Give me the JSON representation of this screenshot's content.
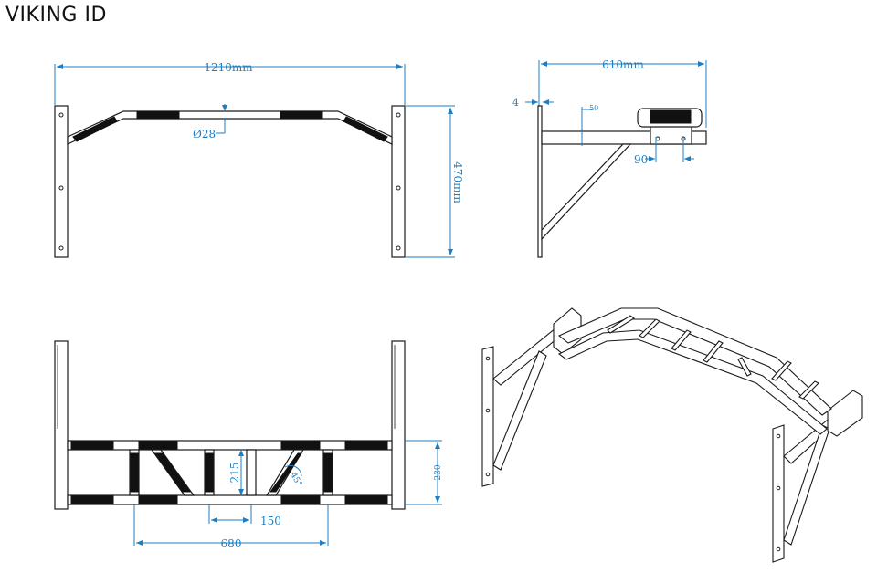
{
  "title": "VIKING ID",
  "colors": {
    "dimension": "#1f7ec0",
    "line": "#1a1a1a",
    "grip": "#111111"
  },
  "dimensions": {
    "front_width": "1210mm",
    "bar_diameter": "Ø28",
    "front_height": "470mm",
    "side_depth": "610mm",
    "plate_thickness": "4",
    "bar_rise": "50",
    "bracket_width": "90",
    "top_depth": "230",
    "rung_gap": "215",
    "rung_spacing": "150",
    "rung_span": "680",
    "angle": "45°"
  }
}
